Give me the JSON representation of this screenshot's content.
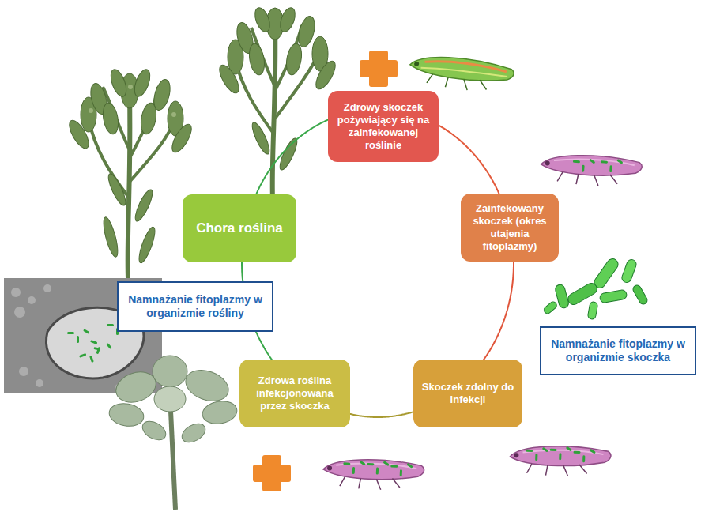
{
  "diagram": {
    "nodes": [
      {
        "text": [
          "Zdrowy skoczek pożywiający się na zainfekowanej roślinie"
        ]
      },
      {
        "text": [
          "Zainfekowany skoczek (okres utajenia fitoplazmy)"
        ]
      },
      {
        "text": [
          "Namnażanie fitoplazmy w organizmie skoczka"
        ]
      },
      {
        "text": [
          "Skoczek zdolny do infekcji"
        ]
      },
      {
        "text": [
          "Zdrowa roślina infekcjonowana przez skoczka"
        ]
      },
      {
        "text": [
          "Namnażanie fitoplazmy w organizmie rośliny"
        ]
      },
      {
        "text": [
          "Chora roślina"
        ]
      }
    ],
    "edges": [
      {
        "from": 0,
        "to": 1,
        "arrow": "none"
      },
      {
        "from": 1,
        "to": 3,
        "arrow": "none"
      },
      {
        "from": 3,
        "to": 4,
        "arrow": "none"
      },
      {
        "from": 4,
        "to": 6,
        "arrow": "none"
      },
      {
        "from": 6,
        "to": 0,
        "arrow": "none"
      }
    ]
  }
}
